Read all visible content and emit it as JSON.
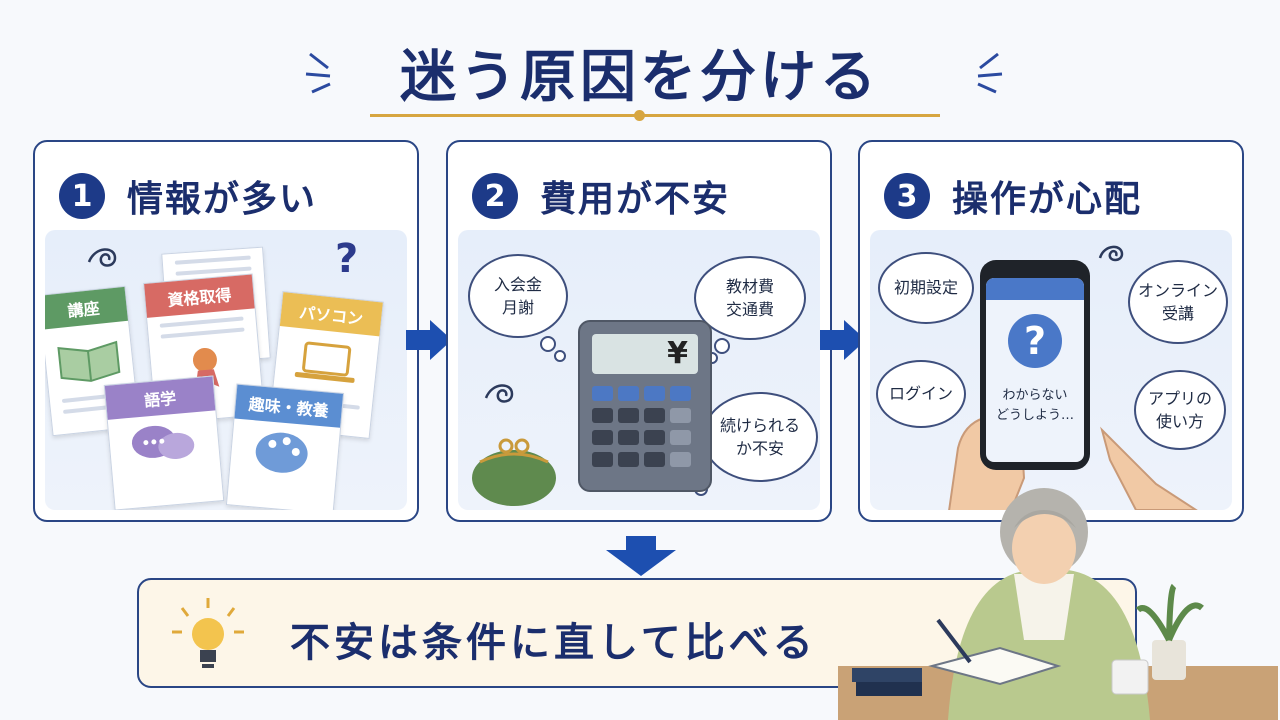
{
  "title": "迷う原因を分ける",
  "panels": [
    {
      "number": "1",
      "title": "情報が多い",
      "docs": [
        "講座",
        "資格取得",
        "パソコン",
        "語学",
        "趣味・教養"
      ],
      "question_mark": "?"
    },
    {
      "number": "2",
      "title": "費用が不安",
      "bubbles": [
        {
          "line1": "入会金",
          "line2": "月謝"
        },
        {
          "line1": "教材費",
          "line2": "交通費"
        },
        {
          "line1": "続けられる",
          "line2": "か不安"
        }
      ],
      "calculator_symbol": "¥"
    },
    {
      "number": "3",
      "title": "操作が心配",
      "bubbles": [
        {
          "line1": "初期設定",
          "line2": ""
        },
        {
          "line1": "オンライン",
          "line2": "受講"
        },
        {
          "line1": "ログイン",
          "line2": ""
        },
        {
          "line1": "アプリの",
          "line2": "使い方"
        }
      ],
      "phone_question": "?",
      "phone_text_1": "わからない",
      "phone_text_2": "どうしよう…"
    }
  ],
  "conclusion": "不安は条件に直して比べる",
  "colors": {
    "navy": "#1b2e6d",
    "accent_gold": "#d7a640",
    "arrow_blue": "#1d4fb0",
    "conclusion_bg": "#fdf6e8"
  }
}
